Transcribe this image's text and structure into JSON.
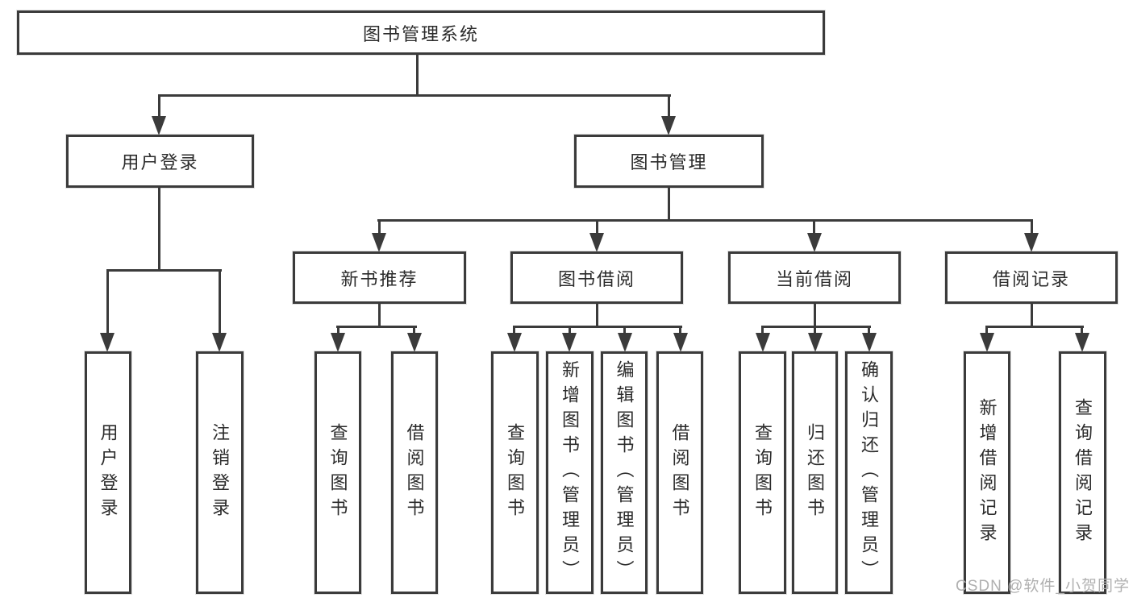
{
  "diagram": {
    "root": {
      "label": "图书管理系统"
    },
    "branches": [
      {
        "label": "用户登录",
        "leaves": [
          {
            "label": "用户登录"
          },
          {
            "label": "注销登录"
          }
        ]
      },
      {
        "label": "图书管理",
        "groups": [
          {
            "label": "新书推荐",
            "leaves": [
              {
                "label": "查询图书"
              },
              {
                "label": "借阅图书"
              }
            ]
          },
          {
            "label": "图书借阅",
            "leaves": [
              {
                "label": "查询图书"
              },
              {
                "label": "新增图书（管理员）"
              },
              {
                "label": "编辑图书（管理员）"
              },
              {
                "label": "借阅图书"
              }
            ]
          },
          {
            "label": "当前借阅",
            "leaves": [
              {
                "label": "查询图书"
              },
              {
                "label": "归还图书"
              },
              {
                "label": "确认归还（管理员）"
              }
            ]
          },
          {
            "label": "借阅记录",
            "leaves": [
              {
                "label": "新增借阅记录"
              },
              {
                "label": "查询借阅记录"
              }
            ]
          }
        ]
      }
    ]
  },
  "watermark": {
    "text": "CSDN @软件_小贺同学"
  },
  "colors": {
    "line": "#3b3b3b",
    "text": "#2b2b2b",
    "watermark": "#b0b0b0",
    "background": "#ffffff"
  }
}
